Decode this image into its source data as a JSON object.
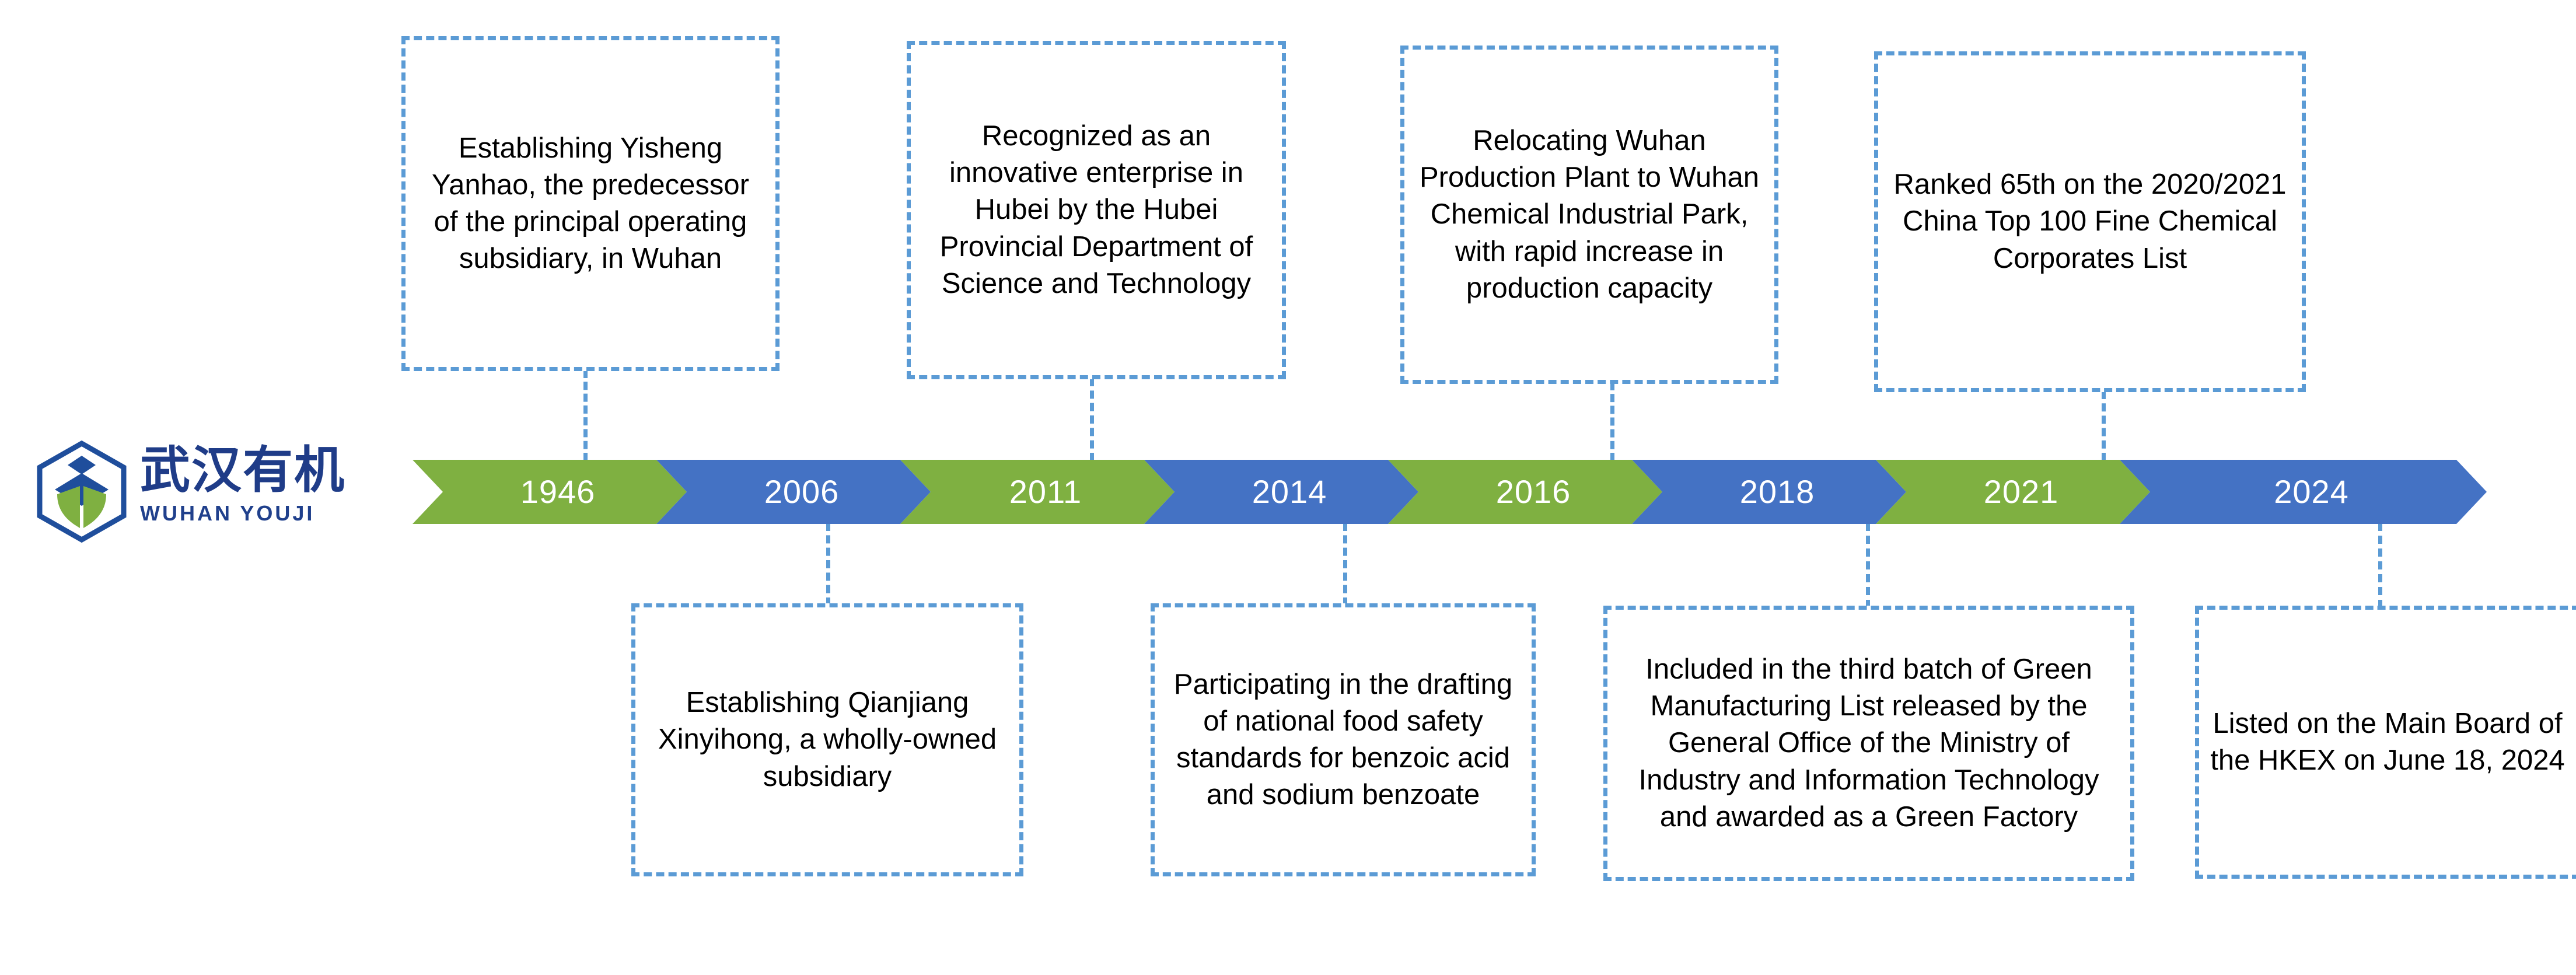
{
  "logo": {
    "chinese_name": "武汉有机",
    "english_name": "WUHAN  YOUJI",
    "mark_icon": "hexagon-leaf-logo-icon",
    "colors": {
      "blue": "#1F4E9C",
      "green": "#7FB041"
    }
  },
  "colors": {
    "chevron_green": "#7FB041",
    "chevron_blue": "#4472C4",
    "callout_border": "#5B9BD5",
    "text": "#000000",
    "year_text": "#FFFFFF"
  },
  "timeline": {
    "milestones": [
      {
        "year": "1946",
        "color": "green",
        "position": "above",
        "text": "Establishing Yisheng Yanhao, the predecessor of the principal operating subsidiary, in Wuhan"
      },
      {
        "year": "2006",
        "color": "blue",
        "position": "below",
        "text": "Establishing Qianjiang Xinyihong, a wholly-owned subsidiary"
      },
      {
        "year": "2011",
        "color": "green",
        "position": "above",
        "text": "Recognized as an innovative enterprise in Hubei by the Hubei Provincial Department of Science and Technology"
      },
      {
        "year": "2014",
        "color": "blue",
        "position": "below",
        "text": "Participating in the drafting of national food safety standards for benzoic acid and sodium benzoate"
      },
      {
        "year": "2016",
        "color": "green",
        "position": "above",
        "text": "Relocating Wuhan Production Plant to Wuhan Chemical Industrial Park, with rapid increase in production capacity"
      },
      {
        "year": "2018",
        "color": "blue",
        "position": "below",
        "text": "Included in the third batch of Green Manufacturing List released by the General Office of the Ministry of Industry and Information Technology and awarded as a Green Factory"
      },
      {
        "year": "2021",
        "color": "green",
        "position": "above",
        "text": "Ranked 65th on the 2020/2021 China Top 100 Fine Chemical Corporates List"
      },
      {
        "year": "2024",
        "color": "blue",
        "position": "below",
        "text": "Listed on the Main Board of the HKEX on June 18, 2024"
      }
    ]
  },
  "callouts_above": [
    {
      "text": "Establishing Yisheng Yanhao, the predecessor of the principal operating subsidiary, in Wuhan"
    },
    {
      "text": "Recognized as an innovative enterprise in Hubei by the Hubei Provincial Department of Science and Technology"
    },
    {
      "text": "Relocating Wuhan Production Plant to Wuhan Chemical Industrial Park, with rapid increase in production capacity"
    },
    {
      "text": "Ranked 65th on the 2020/2021 China Top 100 Fine Chemical Corporates List"
    }
  ],
  "callouts_below": [
    {
      "text": "Establishing Qianjiang Xinyihong, a wholly-owned subsidiary"
    },
    {
      "text": "Participating in the drafting of national food safety standards for benzoic acid and sodium benzoate"
    },
    {
      "text": "Included in the third batch of Green Manufacturing List released by the General Office of the Ministry of Industry and Information Technology and awarded as a Green Factory"
    },
    {
      "text": "Listed on the Main Board of the HKEX on June 18, 2024"
    }
  ]
}
